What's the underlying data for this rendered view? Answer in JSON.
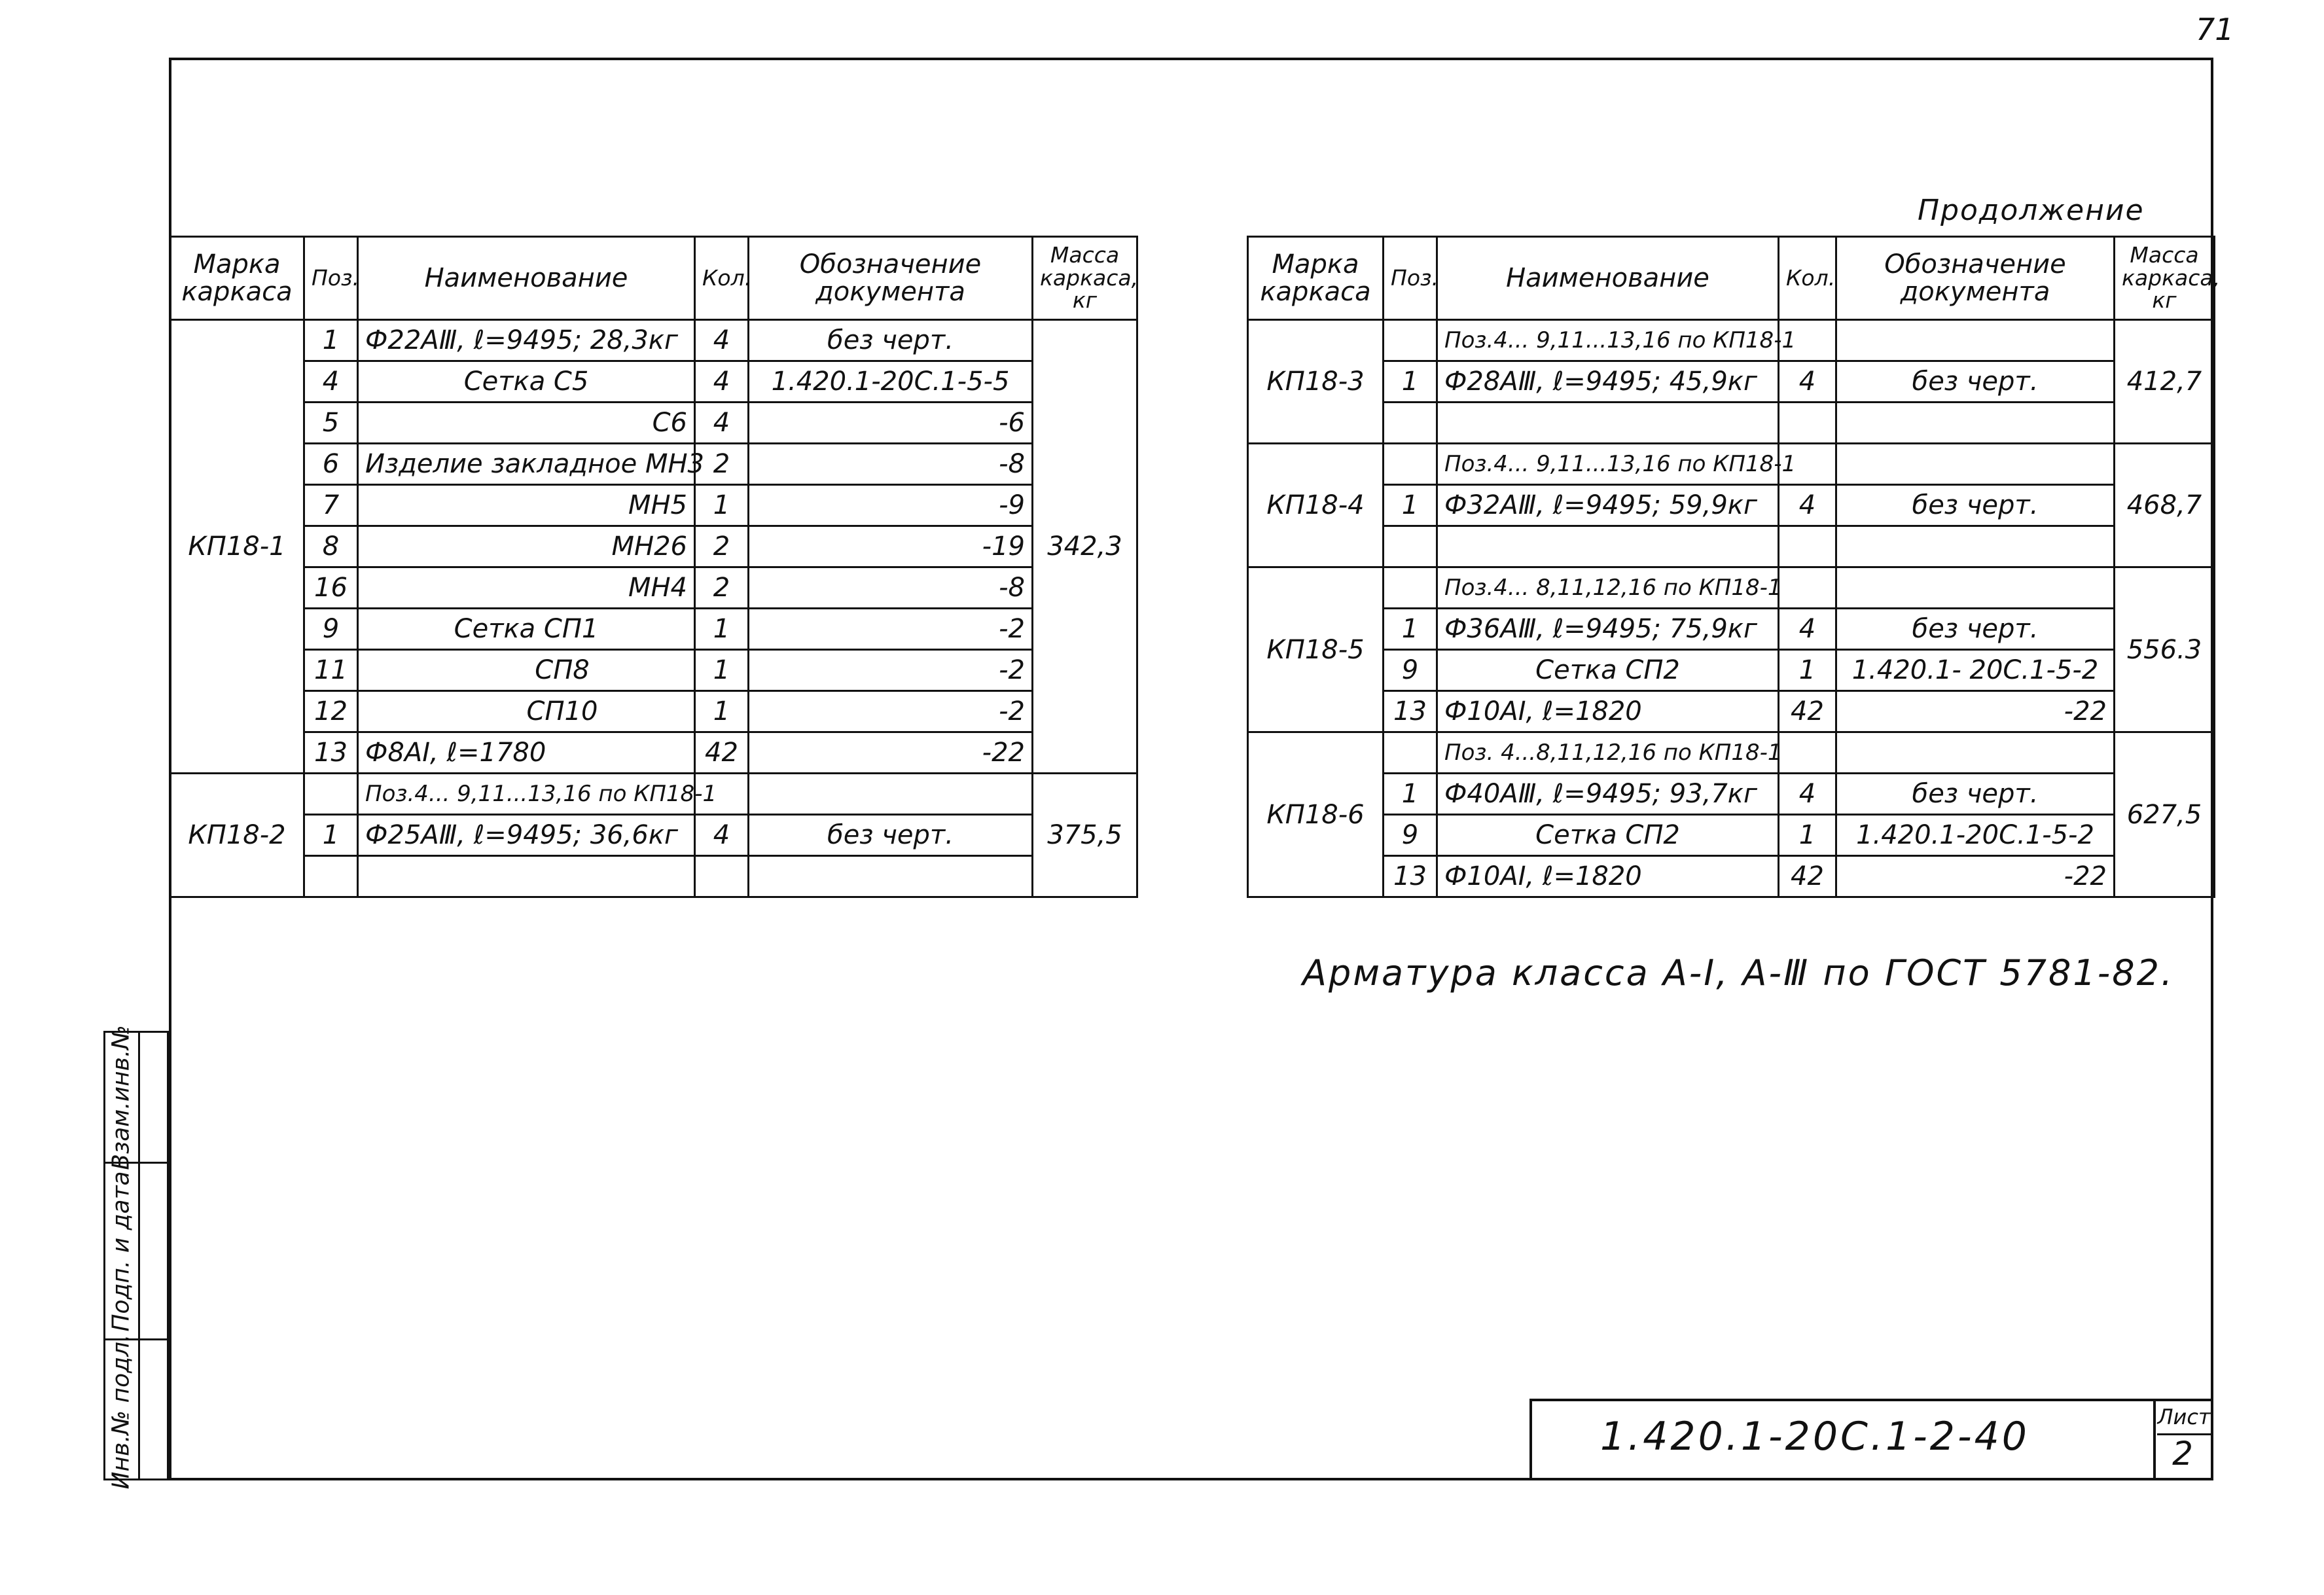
{
  "page_number": "71",
  "continuation_label": "Продолжение",
  "headers": {
    "mark": "Марка каркаса",
    "pos": "Поз.",
    "name": "Наименование",
    "qty": "Кол.",
    "doc": "Обозначение документа",
    "mass_left": "Масса каркаса, кг",
    "mass_right": "Масса каркаса, кг"
  },
  "left_table": {
    "kp1": {
      "mark": "КП18-1",
      "mass": "342,3",
      "rows": [
        {
          "pos": "1",
          "name": "Ф22АⅢ, ℓ=9495; 28,3кг",
          "qty": "4",
          "doc": "без черт."
        },
        {
          "pos": "4",
          "name": "Сетка С5",
          "qty": "4",
          "doc": "1.420.1-20С.1-5-5"
        },
        {
          "pos": "5",
          "name": "С6",
          "qty": "4",
          "doc": "-6"
        },
        {
          "pos": "6",
          "name": "Изделие закладное МН3",
          "qty": "2",
          "doc": "-8"
        },
        {
          "pos": "7",
          "name": "МН5",
          "qty": "1",
          "doc": "-9"
        },
        {
          "pos": "8",
          "name": "МН26",
          "qty": "2",
          "doc": "-19"
        },
        {
          "pos": "16",
          "name": "МН4",
          "qty": "2",
          "doc": "-8"
        },
        {
          "pos": "9",
          "name": "Сетка СП1",
          "qty": "1",
          "doc": "-2"
        },
        {
          "pos": "11",
          "name": "СП8",
          "qty": "1",
          "doc": "-2"
        },
        {
          "pos": "12",
          "name": "СП10",
          "qty": "1",
          "doc": "-2"
        },
        {
          "pos": "13",
          "name": "Ф8АⅠ, ℓ=1780",
          "qty": "42",
          "doc": "-22"
        }
      ]
    },
    "kp2": {
      "mark": "КП18-2",
      "mass": "375,5",
      "rows": [
        {
          "pos": "",
          "name": "Поз.4... 9,11...13,16 по КП18-1",
          "qty": "",
          "doc": ""
        },
        {
          "pos": "1",
          "name": "Ф25АⅢ, ℓ=9495; 36,6кг",
          "qty": "4",
          "doc": "без черт."
        },
        {
          "pos": "",
          "name": "",
          "qty": "",
          "doc": ""
        }
      ]
    }
  },
  "right_table": {
    "kp3": {
      "mark": "КП18-3",
      "mass": "412,7",
      "rows": [
        {
          "pos": "",
          "name": "Поз.4... 9,11...13,16 по КП18-1",
          "qty": "",
          "doc": ""
        },
        {
          "pos": "1",
          "name": "Ф28АⅢ, ℓ=9495; 45,9кг",
          "qty": "4",
          "doc": "без черт."
        },
        {
          "pos": "",
          "name": "",
          "qty": "",
          "doc": ""
        }
      ]
    },
    "kp4": {
      "mark": "КП18-4",
      "mass": "468,7",
      "rows": [
        {
          "pos": "",
          "name": "Поз.4... 9,11...13,16 по КП18-1",
          "qty": "",
          "doc": ""
        },
        {
          "pos": "1",
          "name": "Ф32АⅢ, ℓ=9495; 59,9кг",
          "qty": "4",
          "doc": "без черт."
        },
        {
          "pos": "",
          "name": "",
          "qty": "",
          "doc": ""
        }
      ]
    },
    "kp5": {
      "mark": "КП18-5",
      "mass": "556.3",
      "rows": [
        {
          "pos": "",
          "name": "Поз.4... 8,11,12,16 по КП18-1",
          "qty": "",
          "doc": ""
        },
        {
          "pos": "1",
          "name": "Ф36АⅢ, ℓ=9495; 75,9кг",
          "qty": "4",
          "doc": "без черт."
        },
        {
          "pos": "9",
          "name": "Сетка СП2",
          "qty": "1",
          "doc": "1.420.1- 20С.1-5-2"
        },
        {
          "pos": "13",
          "name": "Ф10АⅠ, ℓ=1820",
          "qty": "42",
          "doc": "-22"
        }
      ]
    },
    "kp6": {
      "mark": "КП18-6",
      "mass": "627,5",
      "rows": [
        {
          "pos": "",
          "name": "Поз. 4...8,11,12,16 по КП18-1",
          "qty": "",
          "doc": ""
        },
        {
          "pos": "1",
          "name": "Ф40АⅢ, ℓ=9495; 93,7кг",
          "qty": "4",
          "doc": "без черт."
        },
        {
          "pos": "9",
          "name": "Сетка СП2",
          "qty": "1",
          "doc": "1.420.1-20С.1-5-2"
        },
        {
          "pos": "13",
          "name": "Ф10АⅠ, ℓ=1820",
          "qty": "42",
          "doc": "-22"
        }
      ]
    }
  },
  "note": "Арматура класса А-Ⅰ, А-Ⅲ по ГОСТ 5781-82.",
  "stamp": {
    "inv_orig": "Инв.№ подл.",
    "sign_date": "Подп. и дата",
    "replace_inv": "Взам.инв.№"
  },
  "title_block": {
    "doc_number": "1.420.1-20С.1-2-40",
    "sheet_label": "Лист",
    "sheet_number": "2"
  }
}
